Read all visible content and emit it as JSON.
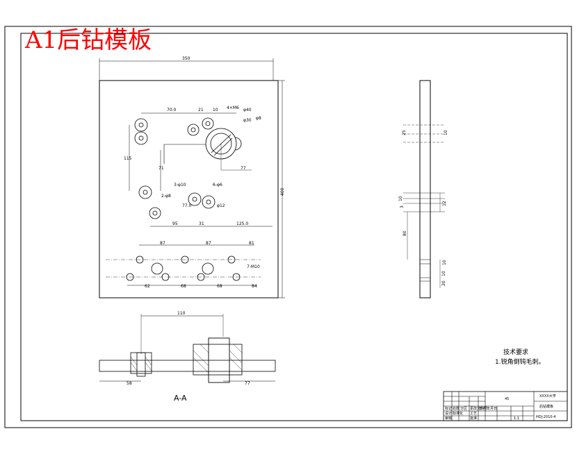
{
  "title": "A1后钻模板",
  "section_label": "A-A",
  "tech_requirements": {
    "heading": "技术要求",
    "items": [
      "1.锐角倒钝毛刺。"
    ]
  },
  "front_view_dims": {
    "overall_width": "350",
    "overall_height": "400",
    "d_70": "70.0",
    "d_21": "21",
    "d_10": "10",
    "d_bolt_holes": "4×M6",
    "d_phi40": "φ40",
    "d_phi30": "φ30",
    "d_phi_small": "φ8",
    "d_77": "77",
    "d_71": "71",
    "d_115": "115",
    "d_95": "95",
    "d_31": "31",
    "d_125": "125.0",
    "d_2phi8": "2-φ8",
    "d_3phi10": "3-φ10",
    "d_6phi6": "6-φ6",
    "d_phi12": "φ12",
    "d_77b": "77.0",
    "row_top": [
      "87",
      "87",
      "81"
    ],
    "row_bottom": [
      "62",
      "68",
      "68",
      "84"
    ],
    "d_7m10": "7-M10"
  },
  "side_view_dims": [
    "25",
    "10",
    "10",
    "3",
    "12",
    "80",
    "10",
    "10",
    "20"
  ],
  "section_dims": {
    "d_110": "110",
    "d_58": "58",
    "d_77": "77"
  },
  "title_block": {
    "material": "45",
    "company": "XXXX大学",
    "part_name": "后钻模板",
    "drawing_no": "HDJ-2010-4",
    "scale": "1:1",
    "rows": [
      "标记",
      "处数",
      "分区",
      "更改文件号",
      "签名",
      "年月日",
      "设计",
      "审核",
      "工艺",
      "批准",
      "标准化"
    ]
  }
}
